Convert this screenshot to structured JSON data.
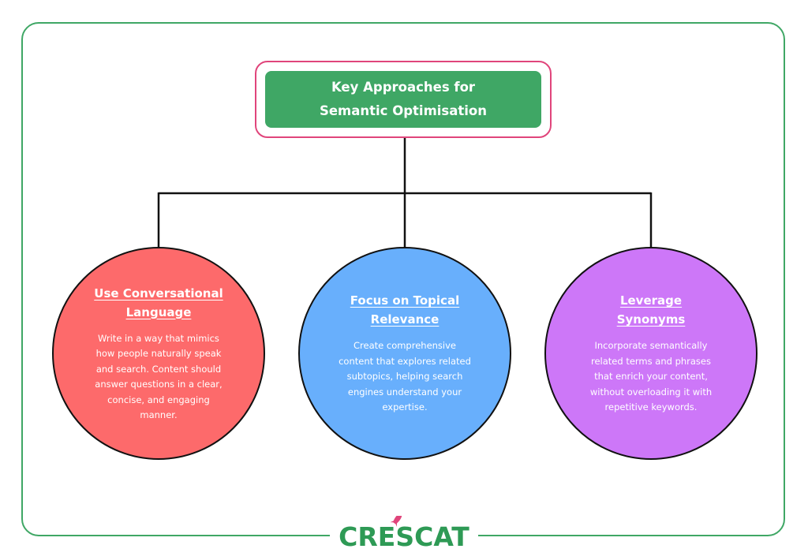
{
  "diagram": {
    "title": "Key Approaches for\nSemantic Optimisation",
    "nodes": [
      {
        "title": "Use Conversational\nLanguage",
        "body": "Write in a way that mimics\nhow people naturally speak\nand search. Content should\nanswer questions in a clear,\nconcise, and engaging\nmanner.",
        "color": "#fd6a6b"
      },
      {
        "title": "Focus on Topical\nRelevance",
        "body": "Create comprehensive\ncontent that explores related\nsubtopics, helping search\nengines understand your\nexpertise.",
        "color": "#68affc"
      },
      {
        "title": "Leverage\nSynonyms",
        "body": "Incorporate semantically\nrelated terms and phrases\nthat enrich your content,\nwithout overloading it with\nrepetitive keywords.",
        "color": "#cd77f8"
      }
    ]
  },
  "colors": {
    "frame": "#3fa765",
    "title_fill": "#3fa765",
    "title_outline": "#e0457b",
    "logo_green": "#2e9a55",
    "logo_pink": "#e0457b"
  },
  "logo": {
    "text": "CRESCAT",
    "icon": "rocket-icon"
  }
}
